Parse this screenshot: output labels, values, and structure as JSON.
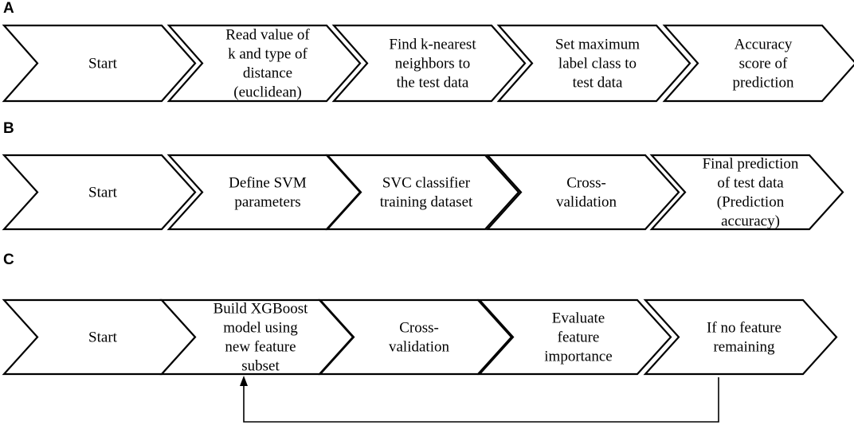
{
  "panels": [
    {
      "label": "A",
      "steps": [
        [
          "Start"
        ],
        [
          "Read value of",
          "k and type of",
          "distance",
          "(euclidean)"
        ],
        [
          "Find k-nearest",
          "neighbors to",
          "the test data"
        ],
        [
          "Set maximum",
          "label class to",
          "test data"
        ],
        [
          "Accuracy",
          "score of",
          "prediction"
        ]
      ]
    },
    {
      "label": "B",
      "steps": [
        [
          "Start"
        ],
        [
          "Define SVM",
          "parameters"
        ],
        [
          "SVC classifier",
          "training dataset"
        ],
        [
          "Cross-",
          "validation"
        ],
        [
          "Final prediction",
          "of test data",
          "(Prediction",
          "accuracy)"
        ]
      ]
    },
    {
      "label": "C",
      "steps": [
        [
          "Start"
        ],
        [
          "Build XGBoost",
          "model using",
          "new feature",
          "subset"
        ],
        [
          "Cross-",
          "validation"
        ],
        [
          "Evaluate",
          "feature",
          "importance"
        ],
        [
          "If no feature",
          "remaining"
        ]
      ],
      "feedback": {
        "from_step": 4,
        "to_step": 1
      }
    }
  ]
}
